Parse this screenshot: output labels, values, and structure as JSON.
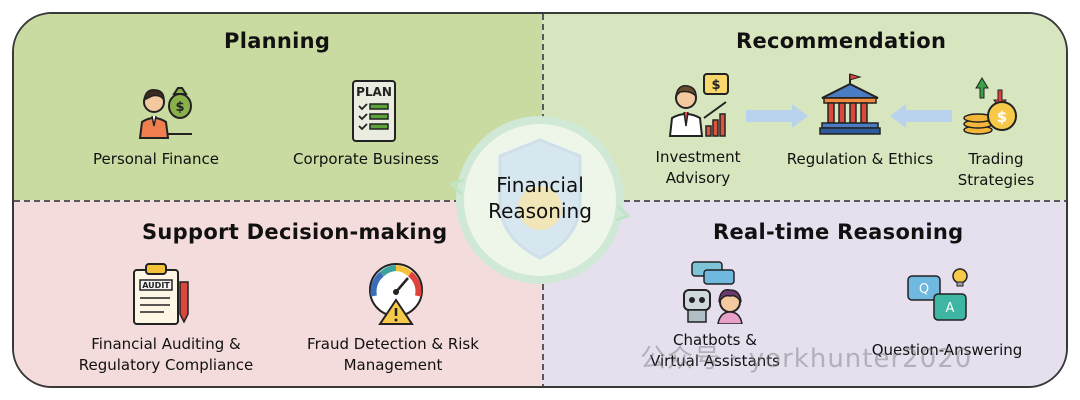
{
  "center": {
    "line1": "Financial",
    "line2": "Reasoning"
  },
  "planning": {
    "title": "Planning",
    "items": [
      {
        "label": "Personal Finance",
        "icon": "investor-money-bag-icon"
      },
      {
        "label": "Corporate Business",
        "icon": "plan-checklist-icon",
        "icon_text": "PLAN"
      }
    ]
  },
  "recommendation": {
    "title": "Recommendation",
    "items": [
      {
        "label_line1": "Investment",
        "label_line2": "Advisory",
        "icon": "advisor-growth-chart-icon"
      },
      {
        "label": "Regulation & Ethics",
        "icon": "government-building-icon"
      },
      {
        "label_line1": "Trading",
        "label_line2": "Strategies",
        "icon": "coins-trading-icon"
      }
    ]
  },
  "support": {
    "title": "Support Decision-making",
    "items": [
      {
        "label_line1": "Financial Auditing &",
        "label_line2": "Regulatory Compliance",
        "icon": "audit-clipboard-icon",
        "icon_text": "AUDIT"
      },
      {
        "label_line1": "Fraud Detection & Risk",
        "label_line2": "Management",
        "icon": "risk-gauge-warning-icon"
      }
    ]
  },
  "realtime": {
    "title": "Real-time Reasoning",
    "items": [
      {
        "label_line1": "Chatbots &",
        "label_line2": "Virtual Assistants",
        "icon": "chatbot-assistant-icon"
      },
      {
        "label": "Question-Answering",
        "icon": "qa-bubbles-icon",
        "q_text": "Q",
        "a_text": "A"
      }
    ]
  },
  "watermark": "公众号 · yorkhunter2020",
  "colors": {
    "planning_bg": "#c9dba0",
    "recommendation_bg": "#d8e6c0",
    "support_bg": "#f4dcdc",
    "realtime_bg": "#e6dfee",
    "border": "#3a3a3a"
  }
}
